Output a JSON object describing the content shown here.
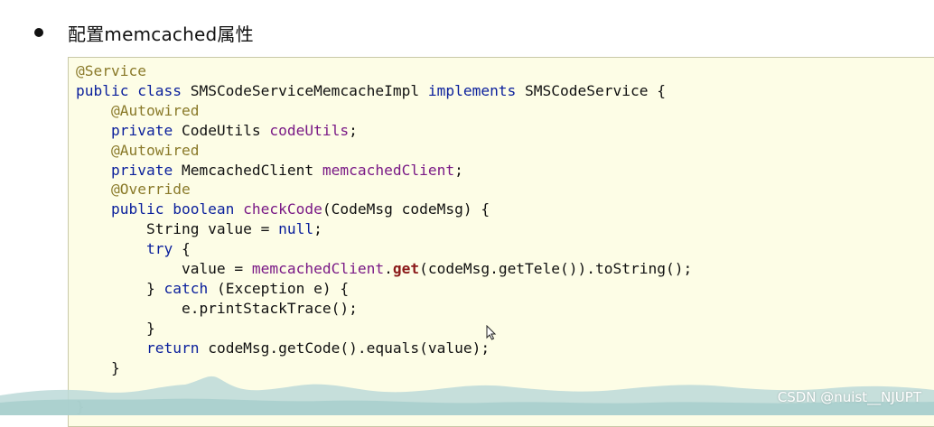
{
  "heading": "配置memcached属性",
  "watermark": "CSDN @nuist__NJUPT",
  "colors": {
    "annotation": "#8a7a2a",
    "keyword": "#0a1f9c",
    "field": "#7a1a86",
    "method_call": "#8b1a1a",
    "code_background": "#fdfde6"
  },
  "code": {
    "lines": [
      [
        {
          "t": "@Service",
          "c": "ann"
        }
      ],
      [
        {
          "t": "public class ",
          "c": "kw"
        },
        {
          "t": "SMSCodeServiceMemcacheImpl ",
          "c": "plain"
        },
        {
          "t": "implements ",
          "c": "kw"
        },
        {
          "t": "SMSCodeService {",
          "c": "plain"
        }
      ],
      [
        {
          "t": "    ",
          "c": "plain"
        },
        {
          "t": "@Autowired",
          "c": "ann"
        }
      ],
      [
        {
          "t": "    ",
          "c": "plain"
        },
        {
          "t": "private ",
          "c": "kw"
        },
        {
          "t": "CodeUtils ",
          "c": "plain"
        },
        {
          "t": "codeUtils",
          "c": "fld"
        },
        {
          "t": ";",
          "c": "plain"
        }
      ],
      [
        {
          "t": "    ",
          "c": "plain"
        },
        {
          "t": "@Autowired",
          "c": "ann"
        }
      ],
      [
        {
          "t": "    ",
          "c": "plain"
        },
        {
          "t": "private ",
          "c": "kw"
        },
        {
          "t": "MemcachedClient ",
          "c": "plain"
        },
        {
          "t": "memcachedClient",
          "c": "fld"
        },
        {
          "t": ";",
          "c": "plain"
        }
      ],
      [
        {
          "t": "    ",
          "c": "plain"
        },
        {
          "t": "@Override",
          "c": "ann"
        }
      ],
      [
        {
          "t": "    ",
          "c": "plain"
        },
        {
          "t": "public boolean ",
          "c": "kw"
        },
        {
          "t": "checkCode",
          "c": "fld"
        },
        {
          "t": "(CodeMsg codeMsg) {",
          "c": "plain"
        }
      ],
      [
        {
          "t": "        String value = ",
          "c": "plain"
        },
        {
          "t": "null",
          "c": "kw"
        },
        {
          "t": ";",
          "c": "plain"
        }
      ],
      [
        {
          "t": "        ",
          "c": "plain"
        },
        {
          "t": "try ",
          "c": "kw"
        },
        {
          "t": "{",
          "c": "plain"
        }
      ],
      [
        {
          "t": "            value = ",
          "c": "plain"
        },
        {
          "t": "memcachedClient",
          "c": "fld"
        },
        {
          "t": ".",
          "c": "plain"
        },
        {
          "t": "get",
          "c": "mth"
        },
        {
          "t": "(codeMsg.getTele()).toString();",
          "c": "plain"
        }
      ],
      [
        {
          "t": "        } ",
          "c": "plain"
        },
        {
          "t": "catch ",
          "c": "kw"
        },
        {
          "t": "(Exception e) {",
          "c": "plain"
        }
      ],
      [
        {
          "t": "            e.printStackTrace();",
          "c": "plain"
        }
      ],
      [
        {
          "t": "        }",
          "c": "plain"
        }
      ],
      [
        {
          "t": "        ",
          "c": "plain"
        },
        {
          "t": "return ",
          "c": "kw"
        },
        {
          "t": "codeMsg.getCode().equals(value);",
          "c": "plain"
        }
      ],
      [
        {
          "t": "    }",
          "c": "plain"
        }
      ],
      [
        {
          "t": "",
          "c": "plain"
        }
      ],
      [
        {
          "t": "}",
          "c": "plain"
        }
      ]
    ]
  }
}
